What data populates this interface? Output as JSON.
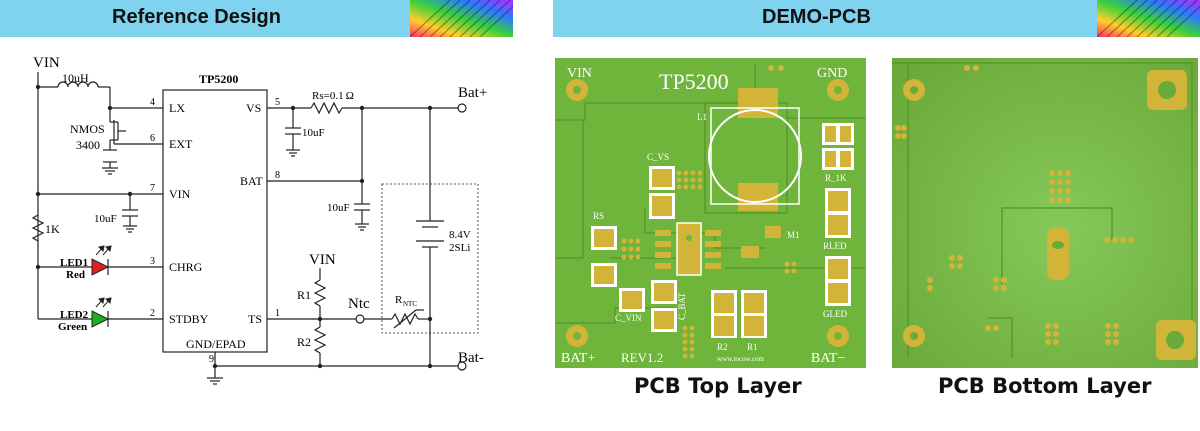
{
  "header_left": {
    "title": "Reference Design"
  },
  "header_right": {
    "title": "DEMO-PCB"
  },
  "schematic": {
    "vin": "VIN",
    "inductor": "10uH",
    "nmos": "NMOS",
    "nmos_part": "3400",
    "chip": "TP5200",
    "pin_lx": "LX",
    "pin_ext": "EXT",
    "pin_vin": "VIN",
    "pin_chrg": "CHRG",
    "pin_stdby": "STDBY",
    "pin_vs": "VS",
    "pin_bat": "BAT",
    "pin_ts": "TS",
    "pin_gnd": "GND/EPAD",
    "pinno_4": "4",
    "pinno_6": "6",
    "pinno_7": "7",
    "pinno_3": "3",
    "pinno_2": "2",
    "pinno_5": "5",
    "pinno_8": "8",
    "pinno_1": "1",
    "pinno_9": "9",
    "rs": "Rs=0.1 Ω",
    "cap_vs": "10uF",
    "cap_bat": "10uF",
    "cap_vin": "10uF",
    "res_1k": "1K",
    "bat_plus": "Bat+",
    "bat_minus": "Bat-",
    "battery_v": "8.4V",
    "battery_cells": "2SLi",
    "ts_vin": "VIN",
    "r1": "R1",
    "r2": "R2",
    "ntc": "Ntc",
    "rntc": "R",
    "rntc_sub": "NTC",
    "led1": "LED1",
    "led1_color": "Red",
    "led2": "LED2",
    "led2_color": "Green"
  },
  "pcb_top": {
    "vin": "VIN",
    "gnd": "GND",
    "chip": "TP5200",
    "l1": "L1",
    "c_vs": "C_VS",
    "r_1k": "R_1K",
    "rs": "RS",
    "m1": "M1",
    "rled": "RLED",
    "gled": "GLED",
    "c_vin": "C_VIN",
    "c_bat": "C_BAT",
    "r2": "R2",
    "r1": "R1",
    "url": "www.tocow.com",
    "bat_plus": "BAT+",
    "rev": "REV1.2",
    "bat_minus": "BAT−"
  },
  "captions": {
    "top": "PCB Top Layer",
    "bottom": "PCB Bottom Layer"
  },
  "colors": {
    "header": "#7fd3ee",
    "board": "#6fb53b",
    "pad": "#d2b438",
    "led_red": "#e02020",
    "led_green": "#1bb11b"
  }
}
